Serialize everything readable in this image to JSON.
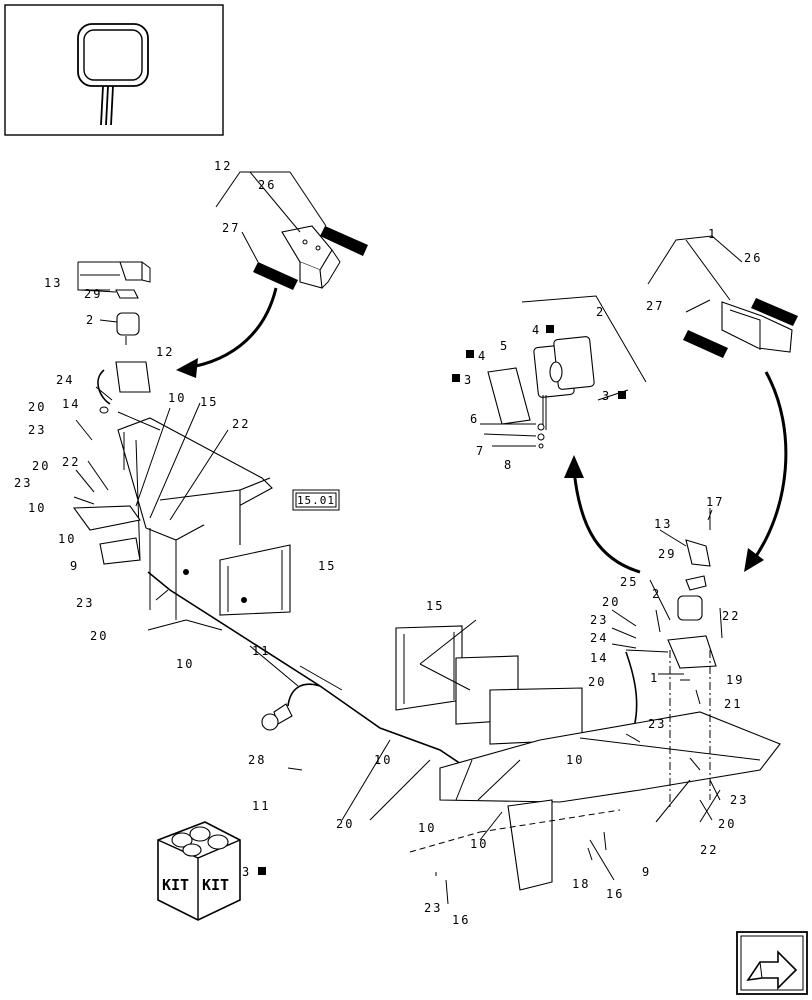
{
  "reference_box": "15.01",
  "kit_label": "KIT",
  "callouts": {
    "c12a": "12",
    "c26a": "26",
    "c27a": "27",
    "c13a": "13",
    "c29a": "29",
    "c2a": "2",
    "c12b": "12",
    "c24a": "24",
    "c14a": "14",
    "c20a": "20",
    "c23a": "23",
    "c20b": "20",
    "c22a": "22",
    "c23b": "23",
    "c10a": "10",
    "c15a": "15",
    "c22b": "22",
    "c10b": "10",
    "c10c": "10",
    "c9a": "9",
    "c23c": "23",
    "c20c": "20",
    "c10d": "10",
    "c15b": "15",
    "c11a": "11",
    "c28a": "28",
    "c11b": "11",
    "c1a": "1",
    "c26b": "26",
    "c27b": "27",
    "c2b": "2",
    "c4a": "4",
    "c5a": "5",
    "c4b": "4",
    "c3a": "3",
    "c3b": "3",
    "c6a": "6",
    "c7a": "7",
    "c8a": "8",
    "c17a": "17",
    "c13b": "13",
    "c29b": "29",
    "c25a": "25",
    "c2c": "2",
    "c20d": "20",
    "c22c": "22",
    "c23d": "23",
    "c24b": "24",
    "c14b": "14",
    "c1b": "1",
    "c19a": "19",
    "c21a": "21",
    "c15c": "15",
    "c20e": "20",
    "c23e": "23",
    "c10e": "10",
    "c20f": "20",
    "c10f": "10",
    "c10g": "10",
    "c10h": "10",
    "c9b": "9",
    "c22d": "22",
    "c20g": "20",
    "c23f": "23",
    "c18a": "18",
    "c16a": "16",
    "c23g": "23",
    "c16b": "16",
    "c3c": "3"
  }
}
